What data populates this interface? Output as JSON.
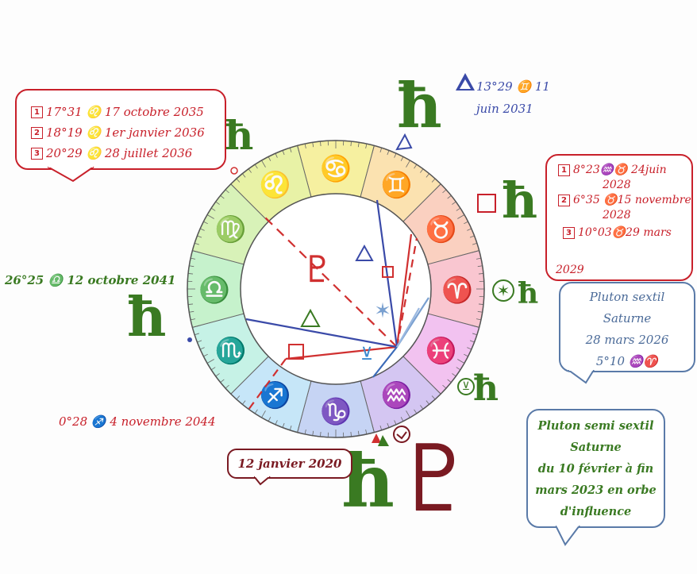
{
  "wheel": {
    "signs": [
      {
        "glyph": "♋",
        "color": "#3a4aa8"
      },
      {
        "glyph": "♊",
        "color": "#3a4aa8"
      },
      {
        "glyph": "♉",
        "color": "#d0502a"
      },
      {
        "glyph": "♈",
        "color": "#c8202a"
      },
      {
        "glyph": "♓",
        "color": "#3a4aa8"
      },
      {
        "glyph": "♒",
        "color": "#3a4aa8"
      },
      {
        "glyph": "♑",
        "color": "#c8202a"
      },
      {
        "glyph": "♐",
        "color": "#c8202a"
      },
      {
        "glyph": "♏",
        "color": "#3a4aa8"
      },
      {
        "glyph": "♎",
        "color": "#3a4aa8"
      },
      {
        "glyph": "♍",
        "color": "#c8202a"
      },
      {
        "glyph": "♌",
        "color": "#c8202a"
      }
    ],
    "segment_colors": [
      "#f6f0a0",
      "#fbe2b0",
      "#fad0c0",
      "#f9c6d0",
      "#f2c2f0",
      "#d4c6f2",
      "#c6d4f4",
      "#c6e6f8",
      "#c6f2e6",
      "#c6f2cc",
      "#d8f2b8",
      "#e8f2a6"
    ],
    "center_pluto_glyph": "♇",
    "pluto_glyph": "♇",
    "saturn_glyph": "ħ",
    "sextile_glyph": "✶",
    "semisextile_glyph": "⊻"
  },
  "box_red_top": {
    "rows": [
      {
        "n": "1",
        "text": "17°31 ♌ 17 octobre 2035"
      },
      {
        "n": "2",
        "text": "18°19 ♌ 1er janvier 2036"
      },
      {
        "n": "3",
        "text": "20°29 ♌ 28 juillet 2036"
      }
    ]
  },
  "trine_label": {
    "line1": "13°29 ♊ 11",
    "line2": "juin 2031"
  },
  "box_red_right": {
    "rows": [
      {
        "n": "1",
        "text": "8°23♒♉ 24juin",
        "cont": "2028"
      },
      {
        "n": "2",
        "text": "6°35 ♉15 novembre",
        "cont": "2028"
      },
      {
        "n": "3",
        "text": "10°03♉29 mars",
        "cont": "2029"
      }
    ]
  },
  "box_sextile": {
    "lines": [
      "Pluton sextil",
      "Saturne",
      "28 mars 2026",
      "5°10 ♒♈"
    ]
  },
  "box_semisextile": {
    "lines": [
      "Pluton semi sextil",
      "Saturne",
      "du 10 février à fin",
      "mars 2023 en orbe",
      "d'influence"
    ]
  },
  "label_libra": "26°25 ♎ 12 octobre 2041",
  "label_sag": "0°28 ♐ 4 novembre 2044",
  "label_conj": "12 janvier 2020"
}
